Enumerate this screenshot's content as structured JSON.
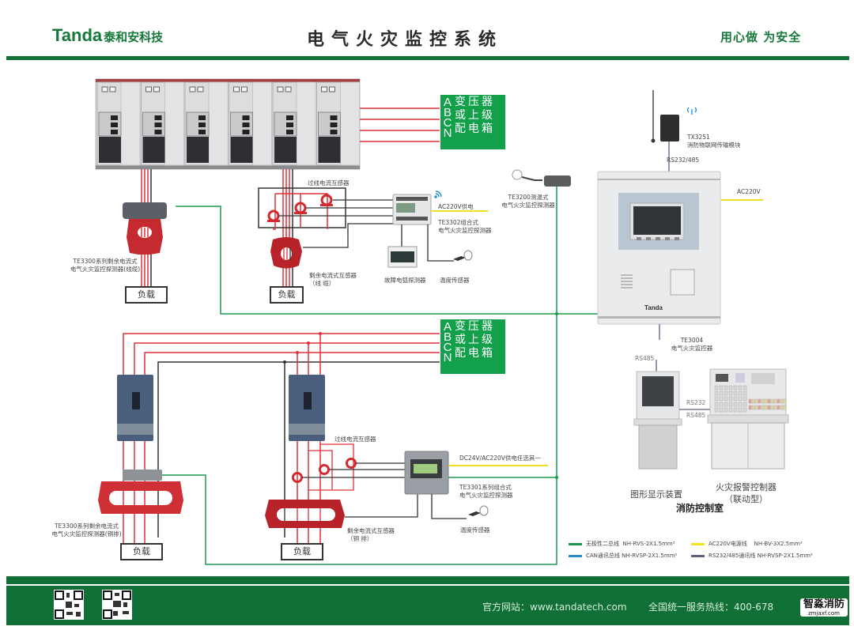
{
  "header": {
    "logo_brand": "Tanda",
    "logo_cn": "泰和安科技",
    "title": "电气火灾监控系统",
    "slogan": "用心做 为安全"
  },
  "colors": {
    "brand_green": "#127337",
    "source_box_green": "#13a04b",
    "phase_wire_red": "#e0303a",
    "neutral_wire_black": "#333333",
    "bus_green": "#1a9a4e",
    "power_yellow": "#f2e320",
    "can_blue": "#2a88c8",
    "rs_purple": "#6a5a80"
  },
  "power_sources": [
    {
      "phases": [
        "A",
        "B",
        "C",
        "N"
      ],
      "lines": [
        "变压器",
        "或上级",
        "配电箱"
      ]
    },
    {
      "phases": [
        "A",
        "B",
        "C",
        "N"
      ],
      "lines": [
        "变压器",
        "或上级",
        "配电箱"
      ]
    }
  ],
  "upper_section": {
    "switchgear_label": "",
    "residual_detector_cable": {
      "line1": "TE3300系列剩余电流式",
      "line2": "电气火灾监控探测器(线缆)"
    },
    "overload_ct_label": "过线电流互感器",
    "residual_ct_cable": {
      "line1": "剩余电流式互感器",
      "line2": "（线 缆）"
    },
    "te3302": {
      "line1": "TE3302组合式",
      "line2": "电气火灾监控探测器"
    },
    "ac220_supply": "AC220V供电",
    "fault_arc_detector": "故障电弧探测器",
    "temp_sensor": "温度传感器",
    "te3200": {
      "line1": "TE3200测温式",
      "line2": "电气火灾监控探测器"
    },
    "load_left": "负载",
    "load_right": "负载"
  },
  "lower_section": {
    "residual_detector_busbar": {
      "line1": "TE3300系列剩余电流式",
      "line2": "电气火灾监控探测器(铜排)"
    },
    "overload_ct_label": "过线电流互感器",
    "residual_ct_busbar": {
      "line1": "剩余电流式互感器",
      "line2": "（铜 排）"
    },
    "te3301": {
      "line1": "TE3301系列组合式",
      "line2": "电气火灾监控探测器"
    },
    "dc_ac_supply": "DC24V/AC220V供电任选其一",
    "temp_sensor": "温度传感器",
    "load_left": "负载",
    "load_right": "负载"
  },
  "control_side": {
    "tx3251": {
      "line1": "TX3251",
      "line2": "消防物联网传输模块"
    },
    "rs232_485": "RS232/485",
    "ac220v": "AC220V",
    "te3004": {
      "line1": "TE3004",
      "line2": "电气火灾监控器"
    },
    "cabinet_brand": "Tanda",
    "rs485_left": "RS485",
    "rs232": "RS232",
    "rs485_right": "RS485",
    "graphic_display": "图形显示装置",
    "fire_alarm_controller": {
      "line1": "火灾报警控制器",
      "line2": "（联动型）"
    },
    "control_room": "消防控制室"
  },
  "legend": [
    {
      "color": "#1a9a4e",
      "name": "无极性二总线",
      "spec": "NH-RVS-2X1.5mm²"
    },
    {
      "color": "#f2e320",
      "name": "AC220V电源线",
      "spec": "NH-BV-3X2.5mm²"
    },
    {
      "color": "#2a88c8",
      "name": "CAN通讯总线",
      "spec": "NH-RVSP-2X1.5mm²"
    },
    {
      "color": "#6a5a80",
      "name": "RS232/485通讯线",
      "spec": "NH-RVSP-2X1.5mm²"
    }
  ],
  "footer": {
    "website": "官方网站：www.tandatech.com",
    "hotline": "全国统一服务热线：400-678",
    "watermark_title": "智淼消防",
    "watermark_sub": "zmjaxf.com"
  }
}
